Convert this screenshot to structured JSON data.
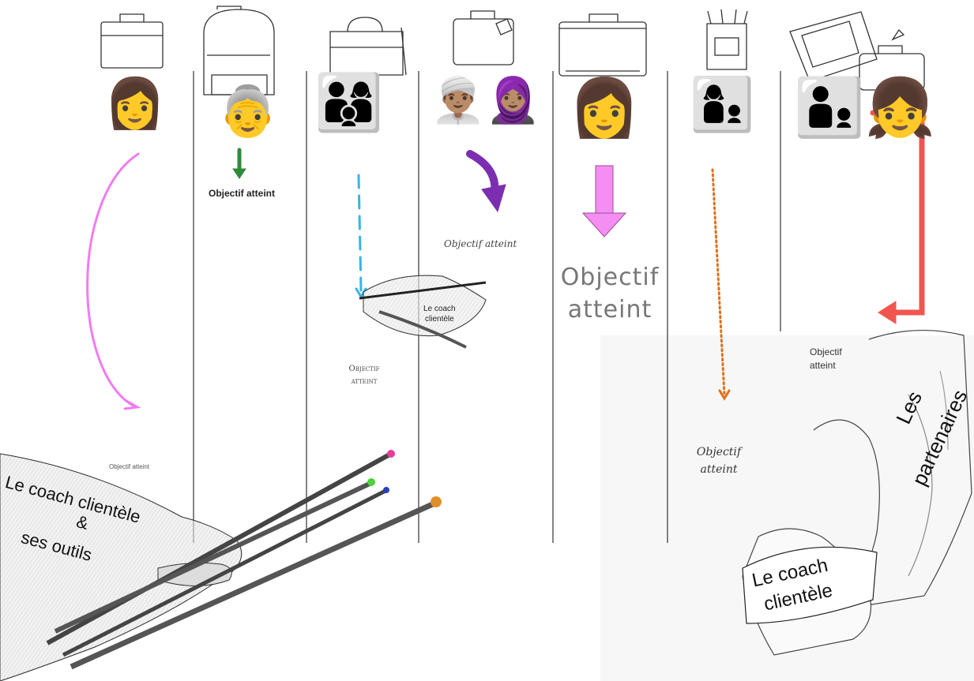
{
  "columns": [
    {
      "id": "col1",
      "people_emoji": "👩",
      "luggage": "briefcase-icon",
      "goal_label": "Objectif atteint"
    },
    {
      "id": "col2",
      "people_emoji": "👵",
      "luggage": "backpack-icon",
      "goal_label": "Objectif atteint"
    },
    {
      "id": "col3",
      "people_emoji": "👨‍👩‍👦",
      "luggage": "satchel-icon",
      "goal_label": "Objectif atteint"
    },
    {
      "id": "col4",
      "people_emoji": "👳🏽‍♂️🧕🏽",
      "luggage": "suitcase-tag-icon",
      "goal_label": "Objectif atteint"
    },
    {
      "id": "col5",
      "people_emoji": "👩",
      "luggage": "suitcase-icon",
      "goal_label": "Objectif atteint"
    },
    {
      "id": "col6",
      "people_emoji": "👩‍👦",
      "luggage": "travel-backpack-icon",
      "goal_label": "Objectif atteint"
    },
    {
      "id": "col7",
      "people_emoji": "👨‍👦‍👧",
      "luggage": "luggage-pile-icon",
      "goal_label": "Objectif atteint"
    }
  ],
  "hands": {
    "brushes_label_line1": "Le coach clientèle",
    "brushes_label_line2": "&",
    "brushes_label_line3": "ses outils",
    "pen_label_line1": "Le coach",
    "pen_label_line2": "clientèle",
    "handshake_card_line1": "Le coach",
    "handshake_card_line2": "clientèle",
    "partners_line1": "Les",
    "partners_line2": "partenaires"
  },
  "colors": {
    "arrow_col1": "#f07cf0",
    "arrow_col2": "#2e8b3a",
    "arrow_col3": "#35b5e8",
    "arrow_col4": "#7b2fb0",
    "arrow_col5": "#f58ef2",
    "arrow_col6": "#e0701a",
    "arrow_col7": "#f2554f",
    "divider": "#333333"
  }
}
